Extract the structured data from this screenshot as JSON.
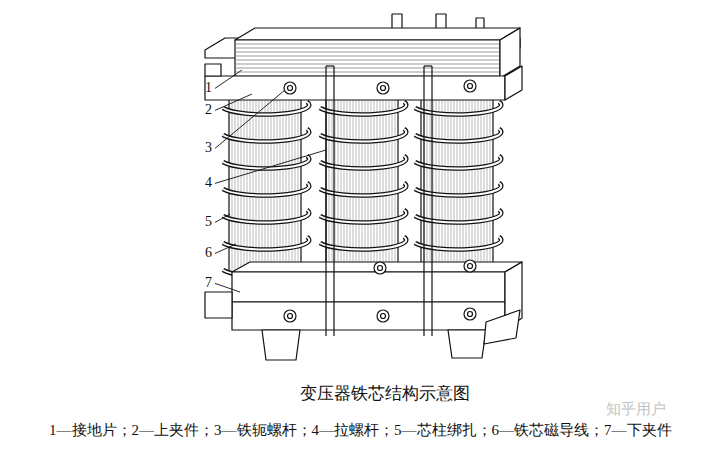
{
  "diagram": {
    "caption": "变压器铁芯结构示意图",
    "labels": [
      "1",
      "2",
      "3",
      "4",
      "5",
      "6",
      "7",
      "1—接地片；2—上夹件；3—铁轭螺杆；4—拉螺杆；5—芯柱绑扎；6—铁芯磁导线；7—下夹件",
      "知乎用户"
    ]
  }
}
